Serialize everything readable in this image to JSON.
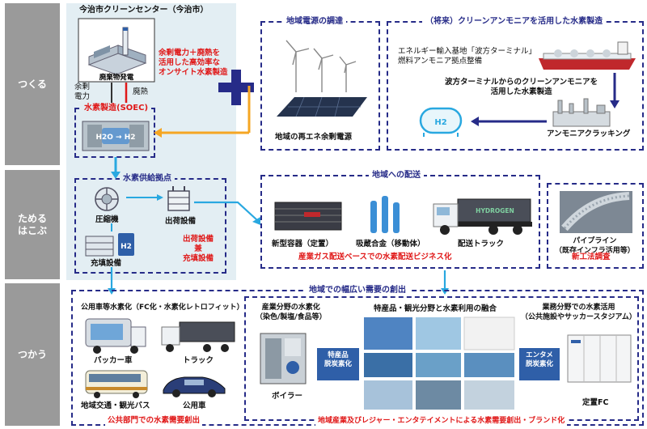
{
  "rows": {
    "tsukuru": "つくる",
    "tameru": "ためる",
    "hakobu": "はこぶ",
    "tsukau": "つかう"
  },
  "center": {
    "title": "今治市クリーンセンター（今治市）",
    "plant_label": "廃棄物発電",
    "surplus_power": "余剰\n電力",
    "waste_heat": "廃熱",
    "soec_label": "水素製造(SOEC)",
    "onsite_text": "余剰電力＋廃熱を\n活用した高効率な\nオンサイト水素製造",
    "h2_glyph": "H2O → H2"
  },
  "local_power": {
    "title": "地域電源の調達",
    "caption": "地域の再エネ余剰電源"
  },
  "ammonia": {
    "title": "（将来）クリーンアンモニアを活用した水素製造",
    "terminal": "エネルギー輸入基地「波方ターミナル」\n燃料アンモニア拠点整備",
    "from_terminal": "波方ターミナルからのクリーンアンモニアを\n活用した水素製造",
    "cracking": "アンモニアクラッキング",
    "tank_label": "H2"
  },
  "supply": {
    "title": "水素供給拠点",
    "compressor": "圧縮機",
    "shipping": "出荷設備",
    "filling": "充填設備",
    "red_text": "出荷設備\n兼\n充填設備",
    "h2_sign": "H2"
  },
  "delivery": {
    "title": "地域への配送",
    "container": "新型容器（定置）",
    "alloy": "吸蔵合金（移動体）",
    "truck": "配送トラック",
    "truck_sign": "HYDROGEN",
    "footer": "産業ガス配送ベースでの水素配送ビジネス化"
  },
  "pipeline": {
    "label": "パイプライン\n（既存インフラ活用等）",
    "footer": "新工法調査"
  },
  "demand": {
    "title": "地域での幅広い需要の創出",
    "public_title": "公用車等水素化（FC化・水素化レトロフィット）",
    "packer": "パッカー車",
    "truck": "トラック",
    "bus": "地域交通・観光バス",
    "car": "公用車",
    "public_footer": "公共部門での水素需要創出",
    "industry_title": "産業分野の水素化\n（染色/製塩/食品等）",
    "boiler": "ボイラー",
    "tourism_title": "特産品・観光分野と水素利用の融合",
    "arrow_left": "特産品\n脱炭素化",
    "business_title": "業務分野での水素活用\n（公共施設やサッカースタジアム）",
    "arrow_right": "エンタメ\n脱炭素化",
    "fc_label": "定置FC",
    "big_footer": "地域産業及びレジャー・エンタテイメントによる水素需要創出・ブランド化"
  },
  "colors": {
    "navy": "#262b88",
    "red": "#e01818",
    "orange": "#f5a623",
    "light_blue": "#29a8e0",
    "panel": "#e3eef3",
    "gray": "#9a9a9a"
  }
}
